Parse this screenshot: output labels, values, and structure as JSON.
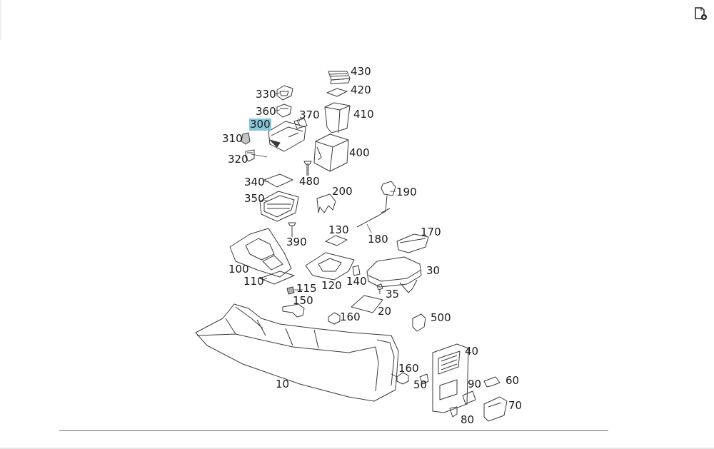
{
  "toolbar": {
    "corner_icon": "document-add-icon"
  },
  "colors": {
    "highlight": "#86c5da",
    "line": "#3a3a3a",
    "text": "#1a1a1a",
    "rule": "#6b6b6b"
  },
  "diagram": {
    "selected_part": "300",
    "labels": [
      "430",
      "420",
      "410",
      "330",
      "360",
      "370",
      "300",
      "310",
      "320",
      "400",
      "480",
      "340",
      "350",
      "200",
      "190",
      "390",
      "130",
      "180",
      "170",
      "100",
      "110",
      "115",
      "150",
      "140",
      "120",
      "35",
      "30",
      "20",
      "160",
      "500",
      "40",
      "160",
      "50",
      "90",
      "60",
      "80",
      "70",
      "10"
    ]
  }
}
